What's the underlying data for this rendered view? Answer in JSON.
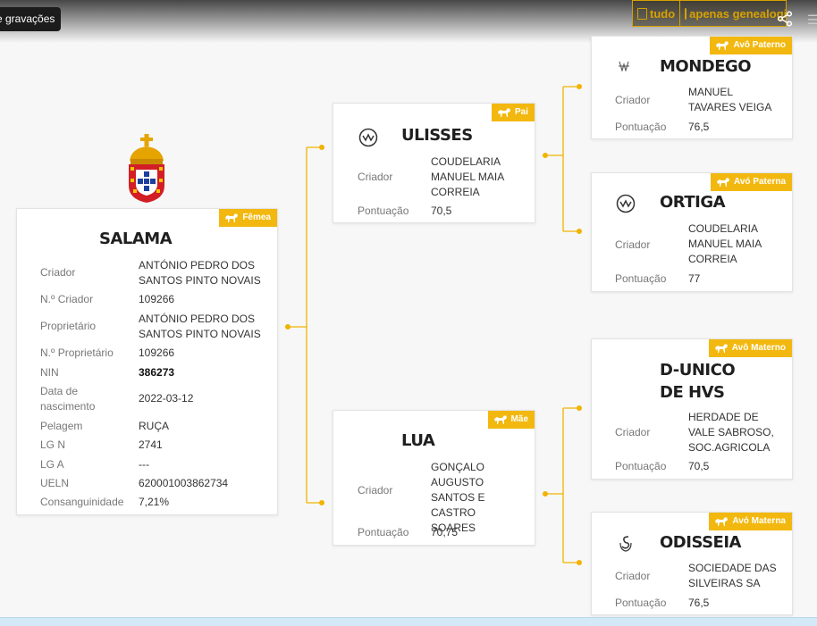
{
  "tooltip": "e gravações",
  "pdf": {
    "all": "tudo",
    "genealogy": "apenas genealogia"
  },
  "main": {
    "badge": "Fêmea",
    "name": "SALAMA",
    "fields": [
      {
        "label": "Criador",
        "value": "ANTÓNIO PEDRO DOS SANTOS PINTO NOVAIS"
      },
      {
        "label": "N.º Criador",
        "value": "109266"
      },
      {
        "label": "Proprietário",
        "value": "ANTÓNIO PEDRO DOS SANTOS PINTO NOVAIS"
      },
      {
        "label": "N.º Proprietário",
        "value": "109266"
      },
      {
        "label": "NIN",
        "value": "386273"
      },
      {
        "label": "Data de nascimento",
        "value": "2022-03-12"
      },
      {
        "label": "Pelagem",
        "value": "RUÇA"
      },
      {
        "label": "LG N",
        "value": "2741"
      },
      {
        "label": "LG A",
        "value": "---"
      },
      {
        "label": "UELN",
        "value": "620001003862734"
      },
      {
        "label": "Consanguinidade",
        "value": "7,21%"
      }
    ]
  },
  "father": {
    "badge": "Pai",
    "name": "ULISSES",
    "breeder_label": "Criador",
    "breeder": "COUDELARIA MANUEL MAIA CORREIA",
    "score_label": "Pontuação",
    "score": "70,5"
  },
  "mother": {
    "badge": "Mãe",
    "name": "LUA",
    "breeder_label": "Criador",
    "breeder": "GONÇALO AUGUSTO SANTOS E CASTRO SOARES",
    "score_label": "Pontuação",
    "score": "70,75"
  },
  "pgf": {
    "badge": "Avô Paterno",
    "name": "MONDEGO",
    "breeder_label": "Criador",
    "breeder": "MANUEL TAVARES VEIGA",
    "score_label": "Pontuação",
    "score": "76,5"
  },
  "pgm": {
    "badge": "Avó Paterna",
    "name": "ORTIGA",
    "breeder_label": "Criador",
    "breeder": "COUDELARIA MANUEL MAIA CORREIA",
    "score_label": "Pontuação",
    "score": "77"
  },
  "mgf": {
    "badge": "Avô Materno",
    "name": "D-UNICO DE HVS",
    "breeder_label": "Criador",
    "breeder": "HERDADE DE VALE SABROSO, SOC.AGRICOLA",
    "score_label": "Pontuação",
    "score": "70,5"
  },
  "mgm": {
    "badge": "Avó Materna",
    "name": "ODISSEIA",
    "breeder_label": "Criador",
    "breeder": "SOCIEDADE DAS SILVEIRAS SA",
    "score_label": "Pontuação",
    "score": "76,5"
  },
  "icons": [
    "horse-icon",
    "brand-mark-icon",
    "pdf-icon",
    "share-icon",
    "filter-icon",
    "coat-of-arms-icon"
  ],
  "colors": {
    "accent": "#f2b80f",
    "line": "#f0b400"
  }
}
